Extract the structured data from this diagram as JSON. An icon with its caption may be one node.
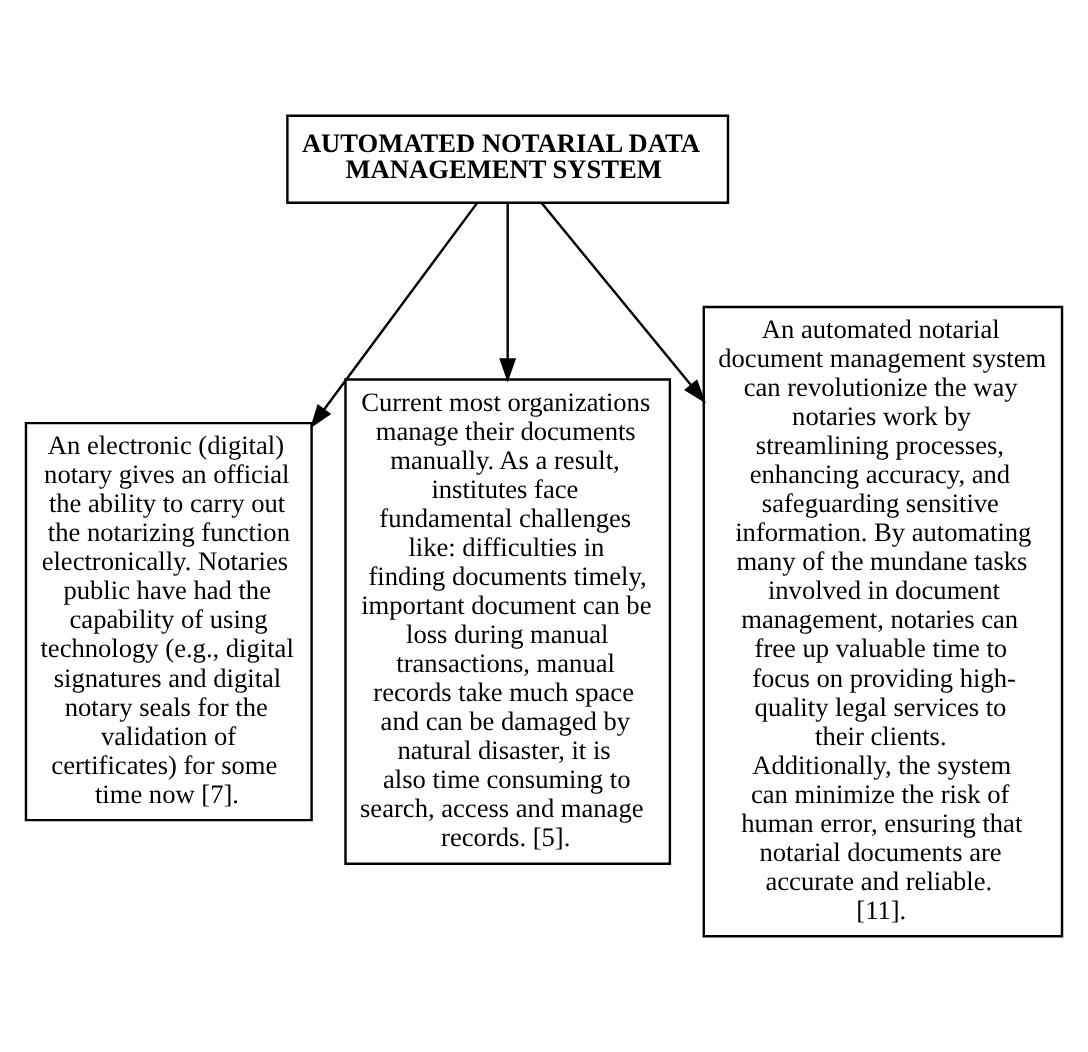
{
  "diagram": {
    "nodes": [
      {
        "text": [
          "AUTOMATED NOTARIAL DATA MANAGEMENT SYSTEM"
        ]
      },
      {
        "text": [
          "An electronic (digital) notary gives an official the ability to carry out the notarizing function electronically. Notaries public have had the capability of using technology (e.g., digital signatures and digital notary seals for the validation of certificates) for some time now [7]."
        ]
      },
      {
        "text": [
          "Current most organizations manage their documents manually. As a result, institutes face fundamental challenges like: difficulties in finding documents timely, important document can be loss during manual transactions, manual records take much space and can be damaged by natural disaster, it is also time consuming to search, access and manage records. [5]."
        ]
      },
      {
        "text": [
          "An automated notarial document management system can revolutionize the way notaries work by streamlining processes, enhancing accuracy, and safeguarding sensitive information. By automating many of the mundane tasks involved in document management, notaries can free up valuable time to focus on providing high-quality legal services to their clients. Additionally, the system can minimize the risk of human error, ensuring that notarial documents are accurate and reliable. [11]."
        ]
      }
    ],
    "edges": [
      {
        "from": 0,
        "to": 1,
        "arrow": "to"
      },
      {
        "from": 0,
        "to": 2,
        "arrow": "to"
      },
      {
        "from": 0,
        "to": 3,
        "arrow": "to"
      }
    ]
  }
}
